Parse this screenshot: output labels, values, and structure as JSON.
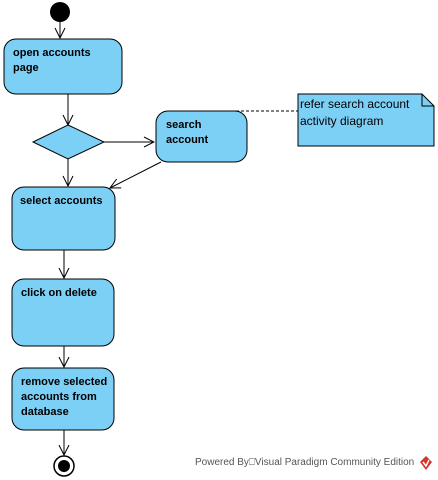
{
  "diagram": {
    "nodes": {
      "open_accounts": [
        "open accounts",
        "page"
      ],
      "search_account": [
        "search",
        "account"
      ],
      "select_accounts": [
        "select accounts"
      ],
      "click_delete": [
        "click on delete"
      ],
      "remove_selected": [
        "remove selected",
        "accounts from",
        "database"
      ]
    },
    "note": [
      "refer search account",
      "activity diagram"
    ]
  },
  "footer": {
    "text": "Powered By⎕Visual Paradigm Community Edition"
  },
  "colors": {
    "action_fill": "#7ccff5",
    "stroke": "#000000",
    "brand_red": "#d9342b"
  }
}
